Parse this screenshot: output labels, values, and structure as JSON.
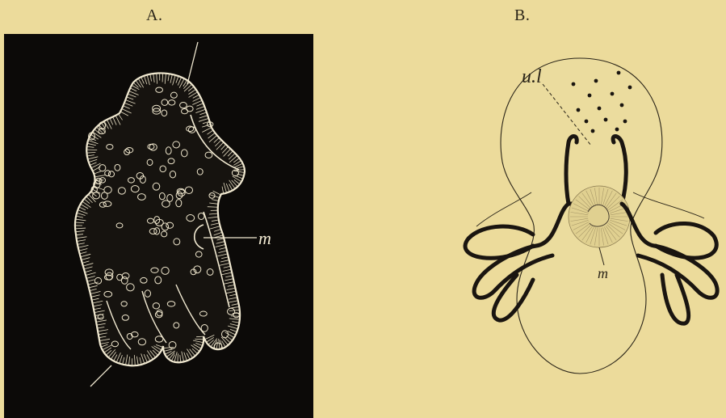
{
  "figure": {
    "panel_a": {
      "title": "A.",
      "labels": {
        "m": "m"
      }
    },
    "panel_b": {
      "title": "B.",
      "labels": {
        "ul": "u.l",
        "m": "m"
      }
    }
  },
  "colors": {
    "paper": "#ecdb9b",
    "ink": "#2a2418",
    "panel_a_background": "#0c0a08",
    "panel_a_lines": "#f2ead2"
  }
}
